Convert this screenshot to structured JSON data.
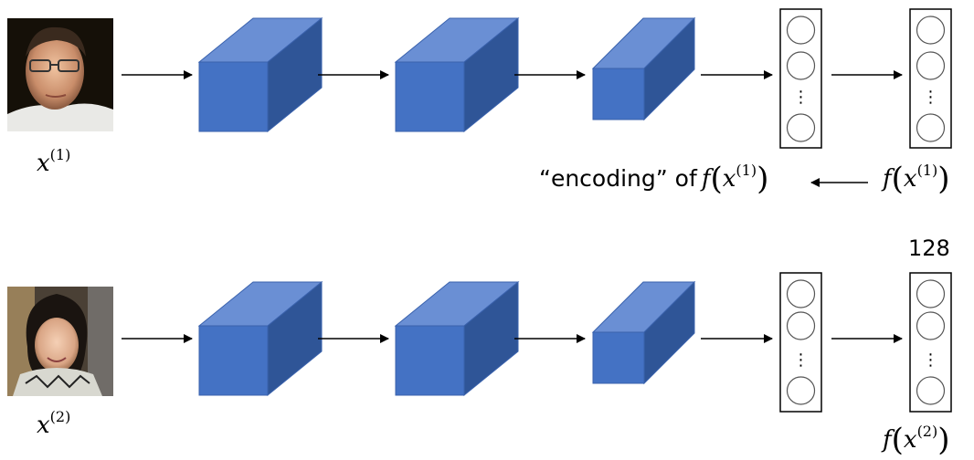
{
  "rows": [
    {
      "input_label": {
        "var": "x",
        "sup": "(1)"
      },
      "output_label": {
        "fn": "f",
        "var": "x",
        "sup": "(1)"
      },
      "encoding_text": "“encoding” of",
      "encoding_label": {
        "fn": "f",
        "var": "x",
        "sup": "(1)"
      }
    },
    {
      "input_label": {
        "var": "x",
        "sup": "(2)"
      },
      "output_label": {
        "fn": "f",
        "var": "x",
        "sup": "(2)"
      },
      "dimension": "128"
    }
  ],
  "colors": {
    "cube_front": "#4472C4",
    "cube_top": "#6A8FD4",
    "cube_side": "#2F5597",
    "cube_edge": "#3A62AD",
    "arrow": "#000000",
    "vector_border": "#000000",
    "neuron_stroke": "#555555"
  },
  "icons": {
    "face_1": "face-photo-man",
    "face_2": "face-photo-woman",
    "vertical_dots": "⋮"
  }
}
